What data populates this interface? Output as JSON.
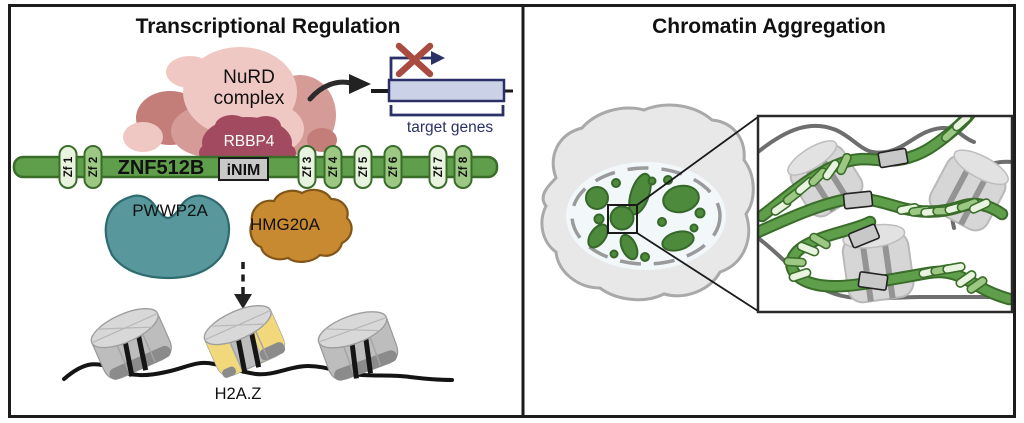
{
  "panels": {
    "left": {
      "title": "Transcriptional Regulation",
      "nurd_line1": "NuRD",
      "nurd_line2": "complex",
      "rbbp4": "RBBP4",
      "protein": "ZNF512B",
      "inim": "iNIM",
      "zf": [
        "Zf 1",
        "Zf 2",
        "Zf 3",
        "Zf 4",
        "Zf 5",
        "Zf 6",
        "Zf 7",
        "Zf 8"
      ],
      "pwwp2a": "PWWP2A",
      "hmg20a": "HMG20A",
      "target_genes": "target genes",
      "h2az": "H2A.Z"
    },
    "right": {
      "title": "Chromatin Aggregation"
    }
  },
  "colors": {
    "ink": "#111111",
    "bar_green": "#5f9e4a",
    "green_dark": "#3a6d2a",
    "pill_light": "#e8f4df",
    "pill_medium": "#9cc884",
    "inim_gray": "#c8c8c8",
    "nurd_pink_light": "#f0c8c3",
    "nurd_pink_mid": "#d59b96",
    "nurd_pink_deep": "#c47e79",
    "rbbp4_berry": "#a24a5f",
    "pwwp2a_teal": "#58979b",
    "teal_dark": "#2e6b6e",
    "hmg20a_orange": "#c78a31",
    "orange_dark": "#815618",
    "navy": "#2b3166",
    "gene_box_fill": "#cbd2e8",
    "x_red": "#aa4b41",
    "h2az_yellow": "#f1d97b",
    "nucleosome_light": "#d8d8d8",
    "nucleosome_mid": "#bdbdbd",
    "nucleosome_dark": "#8b8b8b",
    "cell_gray": "#e8e8e8",
    "cell_border": "#a9a9a9",
    "nucleus_fill": "#f2f7fa",
    "blob_green": "#4d8a3c",
    "blob_green_dark": "#35682a",
    "dna_gray": "#6e6e6e"
  }
}
